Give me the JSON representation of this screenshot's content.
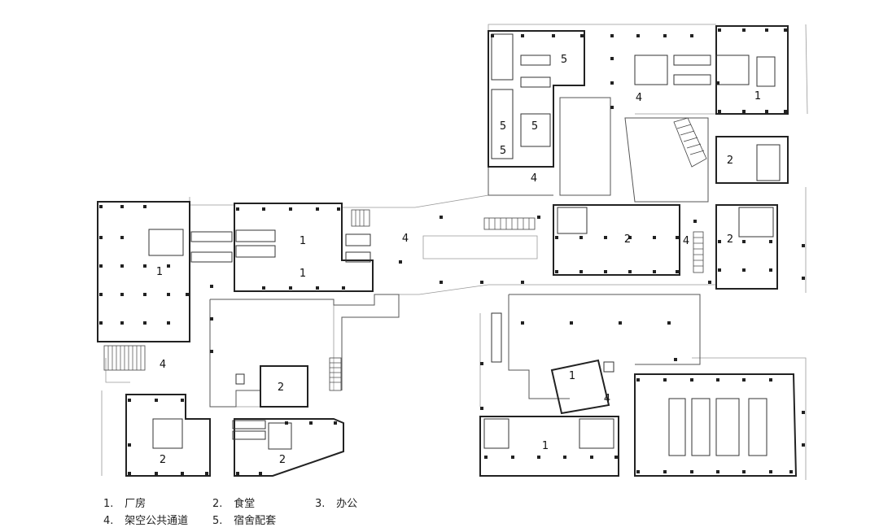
{
  "legend": [
    {
      "num": "1.",
      "text": "厂房"
    },
    {
      "num": "2.",
      "text": "食堂"
    },
    {
      "num": "3.",
      "text": "办公"
    },
    {
      "num": "4.",
      "text": "架空公共通道"
    },
    {
      "num": "5.",
      "text": "宿舍配套"
    }
  ],
  "rooms": [
    {
      "id": "r1a",
      "label": "1"
    },
    {
      "id": "r1b",
      "label": "1"
    },
    {
      "id": "r1c",
      "label": "1"
    },
    {
      "id": "r1d",
      "label": "1"
    },
    {
      "id": "r1e",
      "label": "1"
    },
    {
      "id": "r1f",
      "label": "1"
    },
    {
      "id": "r2a",
      "label": "2"
    },
    {
      "id": "r2b",
      "label": "2"
    },
    {
      "id": "r2c",
      "label": "2"
    },
    {
      "id": "r2d",
      "label": "2"
    },
    {
      "id": "r2e",
      "label": "2"
    },
    {
      "id": "r2f",
      "label": "2"
    },
    {
      "id": "r4a",
      "label": "4"
    },
    {
      "id": "r4b",
      "label": "4"
    },
    {
      "id": "r4c",
      "label": "4"
    },
    {
      "id": "r4d",
      "label": "4"
    },
    {
      "id": "r4e",
      "label": "4"
    },
    {
      "id": "r4f",
      "label": "4"
    },
    {
      "id": "r5a",
      "label": "5"
    },
    {
      "id": "r5b",
      "label": "5"
    },
    {
      "id": "r5c",
      "label": "5"
    },
    {
      "id": "r5d",
      "label": "5"
    }
  ]
}
